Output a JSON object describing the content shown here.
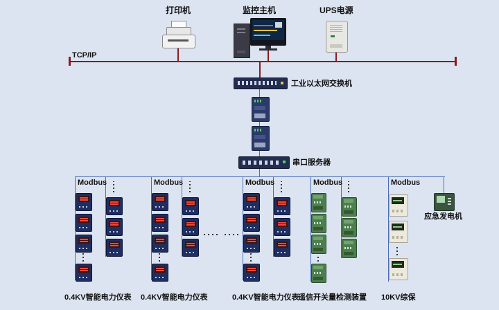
{
  "labels": {
    "printer": "打印机",
    "monitor_host": "监控主机",
    "ups": "UPS电源",
    "tcpip": "TCP/IP",
    "ethernet_switch": "工业以太网交换机",
    "serial_server": "串口服务器",
    "emergency_generator": "应急发电机"
  },
  "groups": [
    {
      "bus_label": "Modbus",
      "bottom_label": "0.4KV智能电力仪表"
    },
    {
      "bus_label": "Modbus",
      "bottom_label": "0.4KV智能电力仪表"
    },
    {
      "bus_label": "Modbus",
      "bottom_label": "0.4KV智能电力仪表"
    },
    {
      "bus_label": "Modbus",
      "bottom_label": "遥信开关量检测装置"
    },
    {
      "bus_label": "Modbus",
      "bottom_label": "10KV综保"
    }
  ],
  "colors": {
    "background": "#dce4f1",
    "tcpip_bus": "#8c1a1c",
    "modbus_lines": "#4a6db8"
  }
}
